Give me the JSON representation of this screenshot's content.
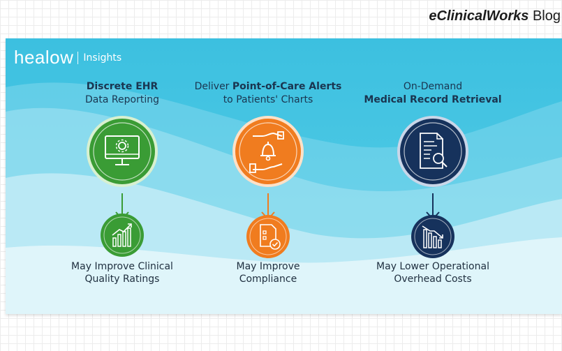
{
  "header": {
    "brand_name": "eClinicalWorks",
    "brand_suffix": " Blog"
  },
  "logo": {
    "mark": "healow",
    "sub": "Insights"
  },
  "columns": [
    {
      "title_line1_bold": "Discrete EHR",
      "title_line2": "Data Reporting",
      "caption_line1": "May Improve Clinical",
      "caption_line2": "Quality Ratings",
      "big_icon": "monitor-gear-icon",
      "small_icon": "bar-chart-up-icon",
      "color": "#3a9c35"
    },
    {
      "title_line1_plain": "Deliver ",
      "title_line1_bold": "Point-of-Care Alerts",
      "title_line2": "to Patients' Charts",
      "caption_line1": "May Improve",
      "caption_line2": "Compliance",
      "big_icon": "hands-bell-icon",
      "small_icon": "document-check-icon",
      "color": "#f07c1f"
    },
    {
      "title_line1": "On-Demand",
      "title_line2_bold": "Medical Record Retrieval",
      "caption_line1": "May Lower Operational",
      "caption_line2": "Overhead Costs",
      "big_icon": "document-search-icon",
      "small_icon": "bar-chart-down-icon",
      "color": "#16325c"
    }
  ]
}
